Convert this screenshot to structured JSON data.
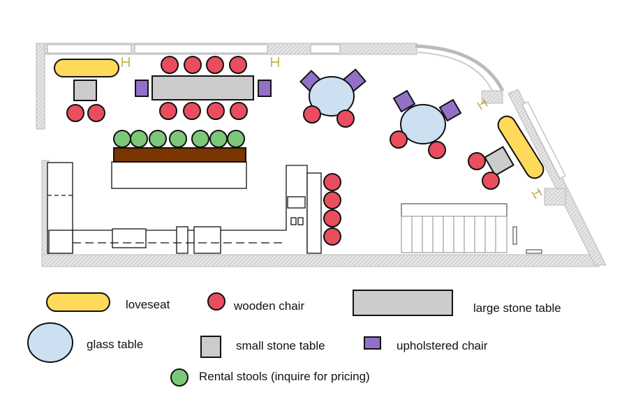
{
  "colors": {
    "loveseat": "#FFD95A",
    "wooden_chair": "#E94E5E",
    "stone_table": "#CCCCCC",
    "upholstered_chair": "#9370C8",
    "glass_table": "#CCE0F2",
    "rental_stool": "#7DC878",
    "bar": "#7B3500",
    "wall": "#d4d4d4"
  },
  "legend": {
    "loveseat": "loveseat",
    "wooden_chair": "wooden chair",
    "large_stone_table": "large stone table",
    "glass_table": "glass table",
    "small_stone_table": "small stone table",
    "upholstered_chair": "upholstered chair",
    "rental_stools": "Rental stools (inquire for pricing)"
  }
}
